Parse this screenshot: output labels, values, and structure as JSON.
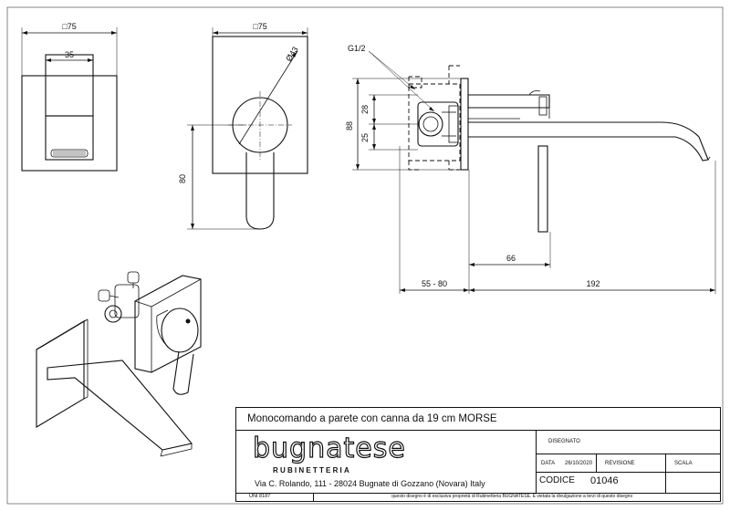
{
  "dimensions": {
    "front_width": "□75",
    "inner_width": "35",
    "plate_width": "□75",
    "knob_diameter": "Ø43",
    "height_80": "80",
    "thread": "G1/2",
    "depth_88": "88",
    "depth_28": "28",
    "depth_25": "25",
    "spout_66": "66",
    "wall_range": "55 - 80",
    "spout_length": "192"
  },
  "title_block": {
    "title": "Monocomando a parete con canna da 19 cm MORSE",
    "brand": "bugnatese",
    "brand_sub": "RUBINETTERIA",
    "address": "Via C. Rolando, 111 - 28024 Bugnate di Gozzano (Novara) Italy",
    "disegnato_label": "DISEGNATO",
    "data_label": "DATA",
    "data_value": "26/10/2020",
    "revisione_label": "REVISIONE",
    "scala_label": "SCALA",
    "codice_label": "CODICE",
    "codice_value": "01046",
    "uni": "UNI 8187",
    "note": "questo disegno è di esclusiva proprietà di Rubinetteria BUGNATESE. È vietata la divulgazione a terzi di questo disegno"
  }
}
